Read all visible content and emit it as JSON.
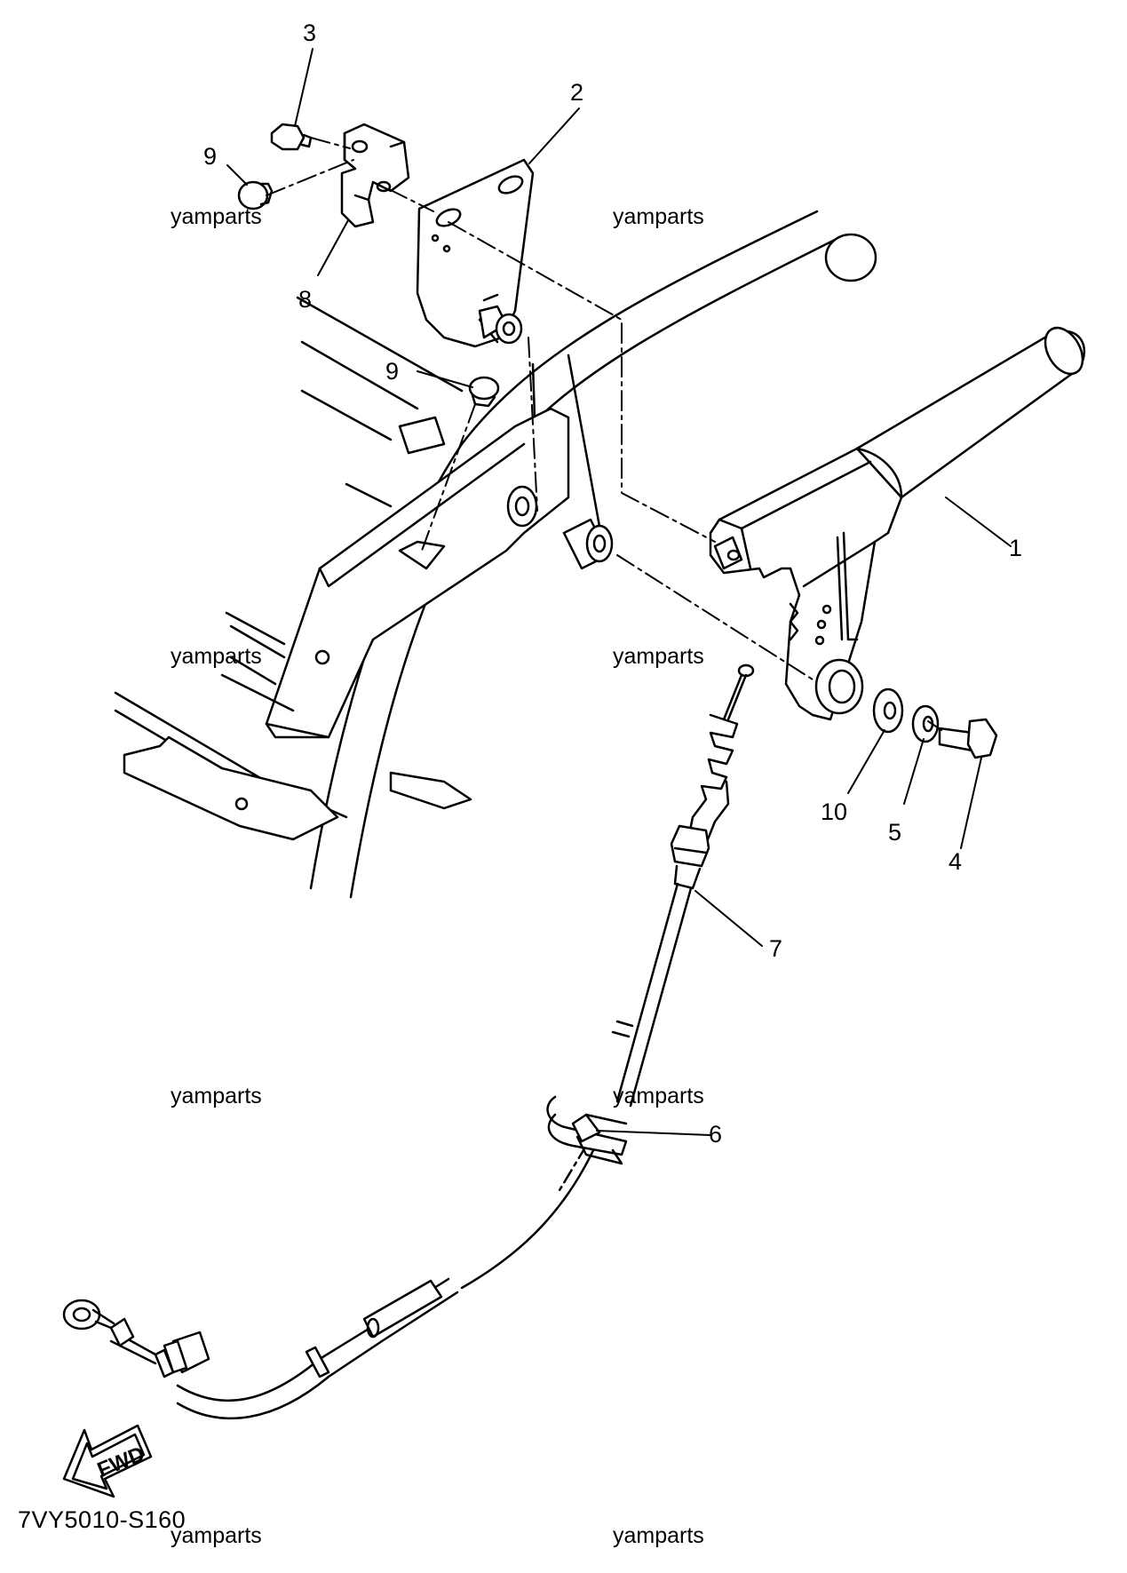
{
  "diagram": {
    "code": "7VY5010-S160",
    "fwd_label": "FWD",
    "watermark": "yamparts",
    "callouts": {
      "c1": "1",
      "c2": "2",
      "c3": "3",
      "c4": "4",
      "c5": "5",
      "c6": "6",
      "c7": "7",
      "c8": "8",
      "c9a": "9",
      "c9b": "9",
      "c10": "10"
    }
  }
}
